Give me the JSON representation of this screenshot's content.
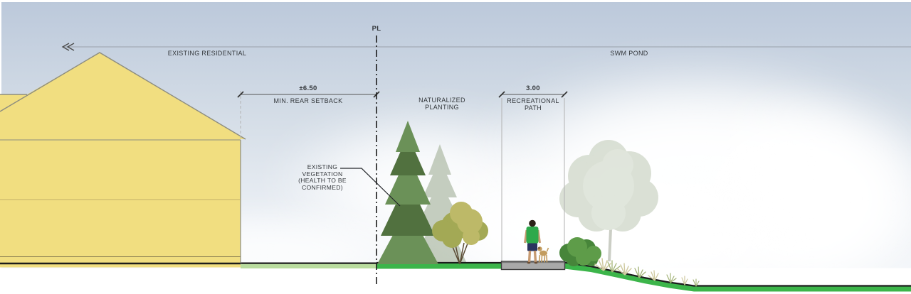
{
  "diagram": {
    "top_reference": {
      "left_label": "EXISTING RESIDENTIAL",
      "right_label": "SWM POND"
    },
    "property_line": {
      "label": "PL"
    },
    "setback_dim": {
      "value": "±6.50",
      "label": "MIN. REAR SETBACK"
    },
    "planting_label": {
      "line1": "NATURALIZED",
      "line2": "PLANTING"
    },
    "path_dim": {
      "value": "3.00",
      "line1": "RECREATIONAL",
      "line2": "PATH"
    },
    "vegetation_note": {
      "line1": "EXISTING",
      "line2": "VEGETATION",
      "line3": "(HEALTH TO BE",
      "line4": "CONFIRMED)"
    }
  },
  "colors": {
    "sky_top": "#BCC9DB",
    "sky_mid": "#D3DCE6",
    "sky_bottom": "#EDF1F6",
    "house_fill": "#F1DE80",
    "house_outline": "#8D8D7F",
    "house_floor_line": "#C2B069",
    "ground_line": "#1C1C1C",
    "grass_pale": "#B9DC9E",
    "grass_bright": "#3CB54A",
    "path_fill": "#A9A9A9",
    "path_outline": "#3F3F3F",
    "spruce_dark": "#51713F",
    "spruce_mid": "#6B9158",
    "ghost_fill": "#B7C2B0",
    "ghost_trunk": "#A9AEA0",
    "ghost_leaf": "#C3CDBA",
    "ghost_leaf2": "#CDD6C5",
    "shrub_leaf1": "#A3A955",
    "shrub_leaf2": "#BDB968",
    "shrub_trunk": "#5A4A33",
    "bush_dark": "#47853A",
    "bush_light": "#5E9C49",
    "grass_tuft1": "#CFC99F",
    "grass_tuft2": "#A3B377",
    "skin": "#C79B72",
    "shirt": "#2EA94B",
    "shorts": "#2A3560",
    "hair": "#2B2118",
    "dog": "#C39C5E",
    "dog_dark": "#8A6A40",
    "line_gray": "#9AA1AA",
    "ext_gray": "#B2B2B2",
    "dim_dark": "#2F2F2F"
  }
}
